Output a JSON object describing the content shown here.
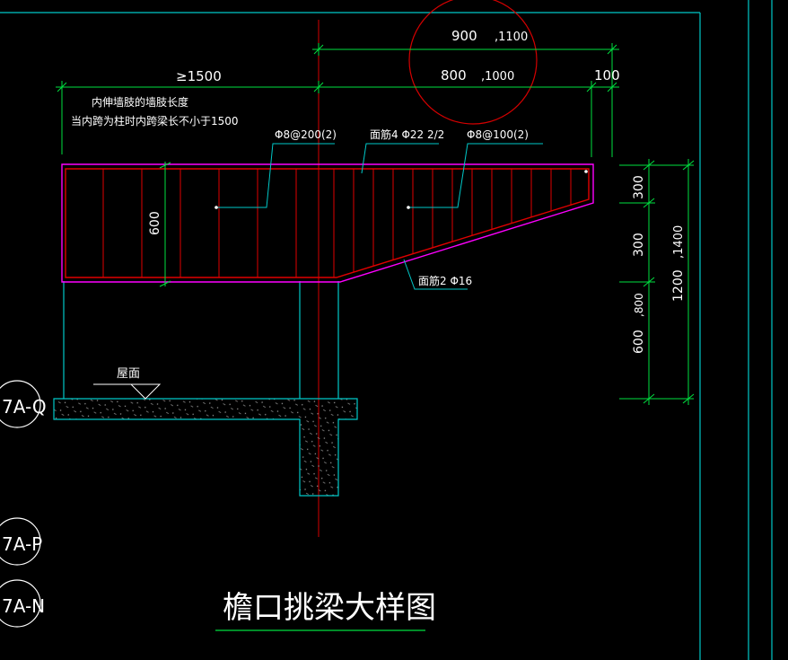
{
  "dimensions": {
    "top_900": "900",
    "top_1100": ",1100",
    "mid_800": "800",
    "mid_1000": ",1000",
    "right_100": "100",
    "left_ge1500": "≥1500",
    "beam_depth_600": "600",
    "right_300a": "300",
    "right_300b": "300",
    "right_600": "600",
    "right_800": ",800",
    "right_1200": "1200",
    "right_1400": ",1400"
  },
  "notes": {
    "line1": "内伸墙肢的墙肢长度",
    "line2": "当内跨为柱时内跨梁长不小于1500"
  },
  "rebar_labels": {
    "stirrup_left": "Φ8@200(2)",
    "top_bars": "面筋4 Φ22 2/2",
    "stirrup_right": "Φ8@100(2)",
    "bottom_bars": "面筋2 Φ16"
  },
  "roof_label": "屋面",
  "grid_axes": [
    "7A-Q",
    "7A-P",
    "7A-N"
  ],
  "drawing_title": "檐口挑梁大样图",
  "colors": {
    "background": "#000000",
    "dimension": "#00e040",
    "outline": "#00c8c8",
    "rebar": "#e00000",
    "beam_edge": "#ff00ff",
    "annotation_circle": "#d40000",
    "text": "#ffffff"
  }
}
